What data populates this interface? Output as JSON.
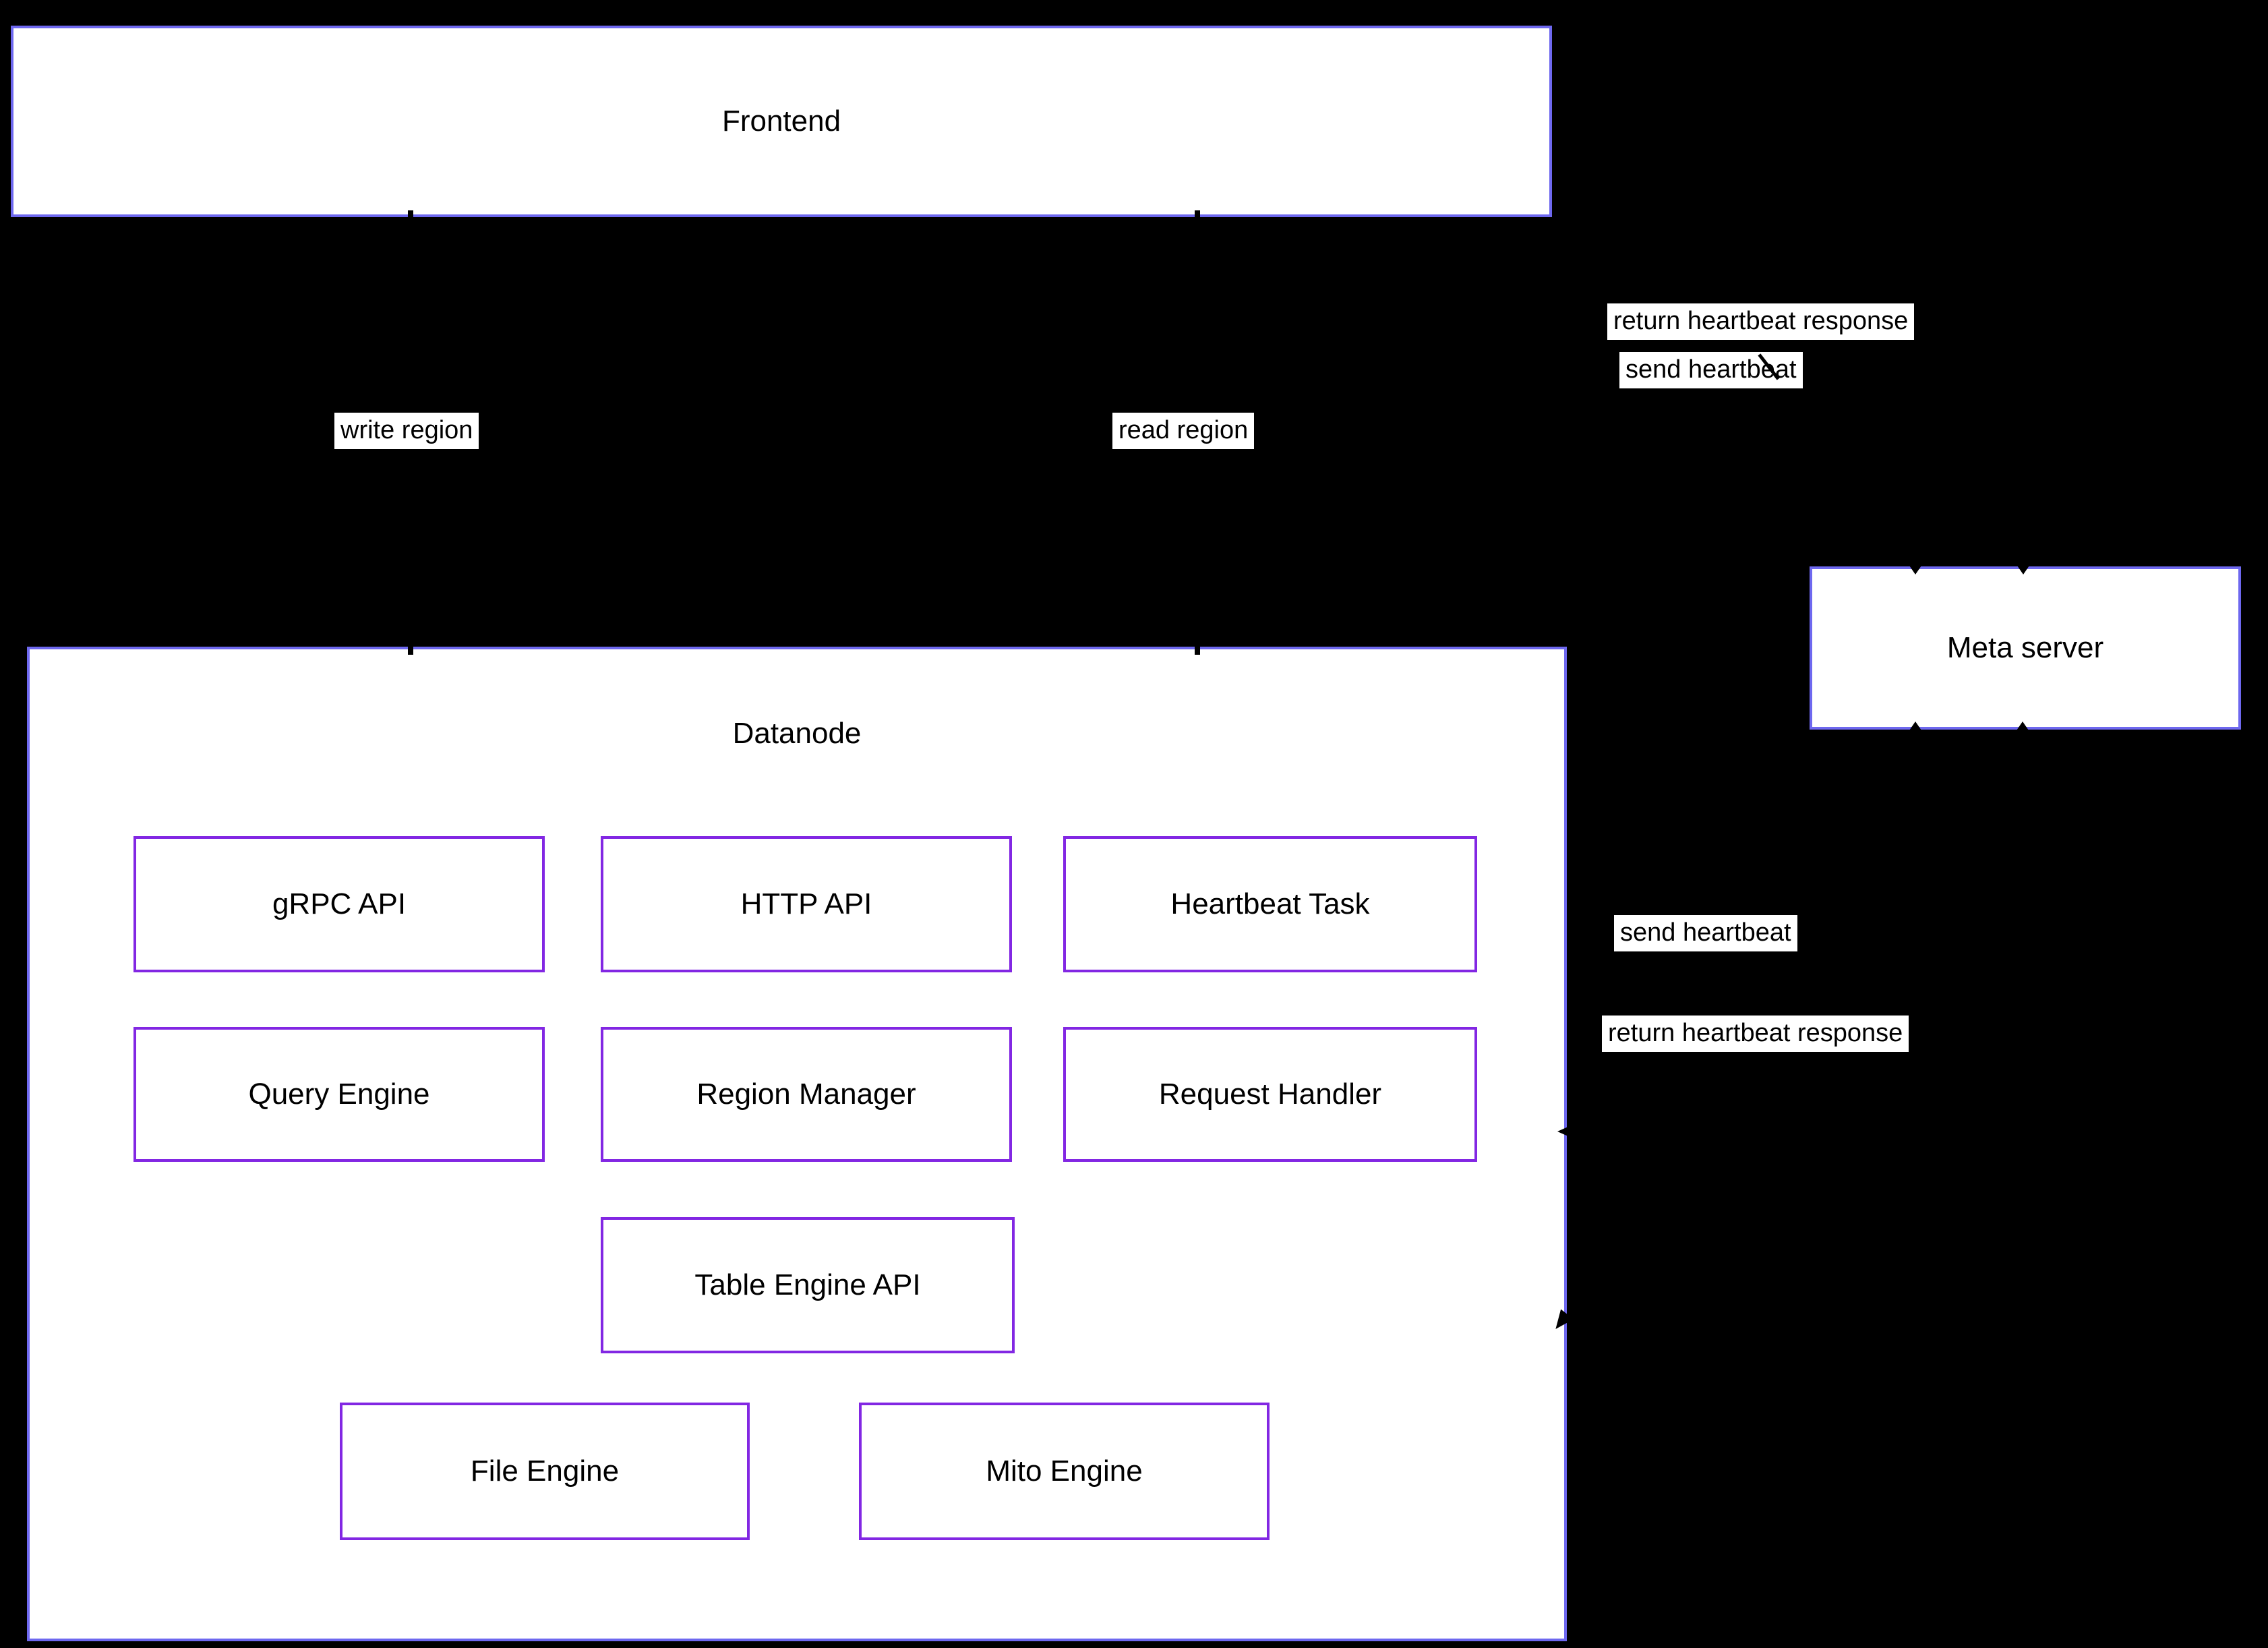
{
  "diagram": {
    "type": "architecture-flowchart",
    "background_color": "#000000",
    "colors": {
      "cluster_border": "#6e68ef",
      "node_border": "#8227e3",
      "node_fill": "#ffffff",
      "text": "#000000",
      "edge_label_bg": "#ffffff",
      "edge_line": "#000000"
    },
    "clusters": {
      "frontend": {
        "label": "Frontend"
      },
      "datanode": {
        "label": "Datanode"
      },
      "meta": {
        "label": "Meta server"
      }
    },
    "nodes": {
      "grpc_api": {
        "label": "gRPC API"
      },
      "http_api": {
        "label": "HTTP API"
      },
      "heartbeat_task": {
        "label": "Heartbeat Task"
      },
      "query_engine": {
        "label": "Query Engine"
      },
      "region_manager": {
        "label": "Region Manager"
      },
      "request_handler": {
        "label": "Request Handler"
      },
      "table_engine_api": {
        "label": "Table Engine API"
      },
      "file_engine": {
        "label": "File Engine"
      },
      "mito_engine": {
        "label": "Mito Engine"
      }
    },
    "edge_labels": {
      "write_region": "write region",
      "read_region": "read region",
      "send_heartbeat_frontend": "send heartbeat",
      "return_heartbeat_frontend": "return heartbeat response",
      "send_heartbeat_datanode": "send heartbeat",
      "return_heartbeat_datanode": "return heartbeat response"
    }
  }
}
